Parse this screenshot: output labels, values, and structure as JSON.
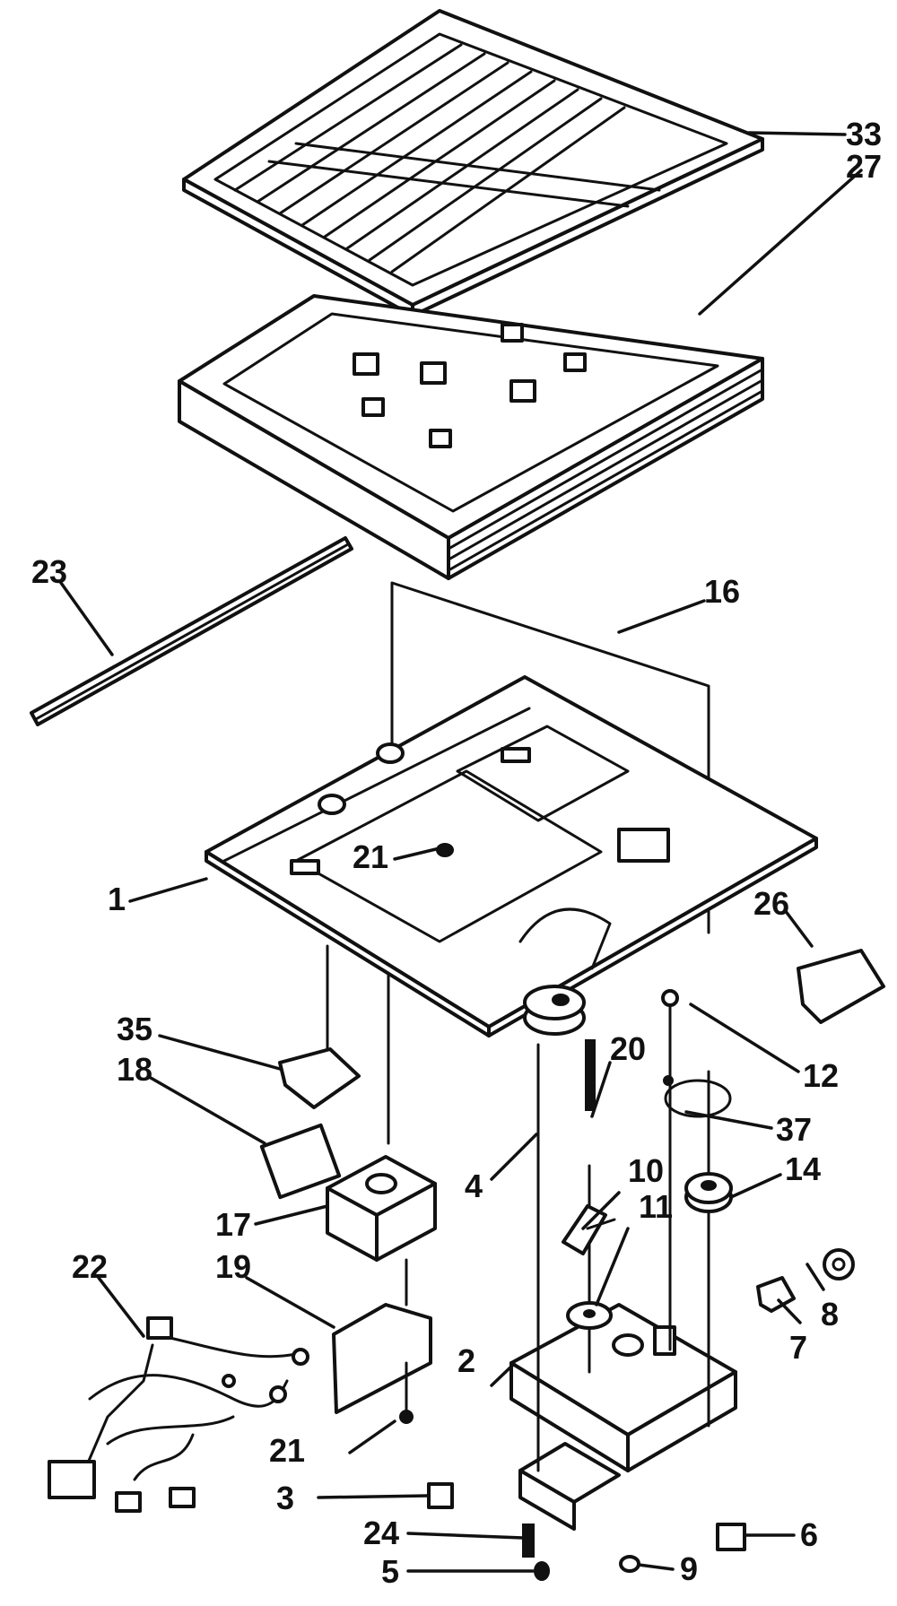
{
  "callouts": [
    {
      "key": "c33",
      "text": "33"
    },
    {
      "key": "c27",
      "text": "27"
    },
    {
      "key": "c23",
      "text": "23"
    },
    {
      "key": "c16",
      "text": "16"
    },
    {
      "key": "c1",
      "text": "1"
    },
    {
      "key": "c21a",
      "text": "21"
    },
    {
      "key": "c26",
      "text": "26"
    },
    {
      "key": "c35",
      "text": "35"
    },
    {
      "key": "c18",
      "text": "18"
    },
    {
      "key": "c20",
      "text": "20"
    },
    {
      "key": "c12",
      "text": "12"
    },
    {
      "key": "c37",
      "text": "37"
    },
    {
      "key": "c4",
      "text": "4"
    },
    {
      "key": "c10",
      "text": "10"
    },
    {
      "key": "c11",
      "text": "11"
    },
    {
      "key": "c14",
      "text": "14"
    },
    {
      "key": "c17",
      "text": "17"
    },
    {
      "key": "c19",
      "text": "19"
    },
    {
      "key": "c22",
      "text": "22"
    },
    {
      "key": "c8",
      "text": "8"
    },
    {
      "key": "c7",
      "text": "7"
    },
    {
      "key": "c2",
      "text": "2"
    },
    {
      "key": "c21b",
      "text": "21"
    },
    {
      "key": "c3",
      "text": "3"
    },
    {
      "key": "c6",
      "text": "6"
    },
    {
      "key": "c24",
      "text": "24"
    },
    {
      "key": "c5",
      "text": "5"
    },
    {
      "key": "c9",
      "text": "9"
    }
  ]
}
